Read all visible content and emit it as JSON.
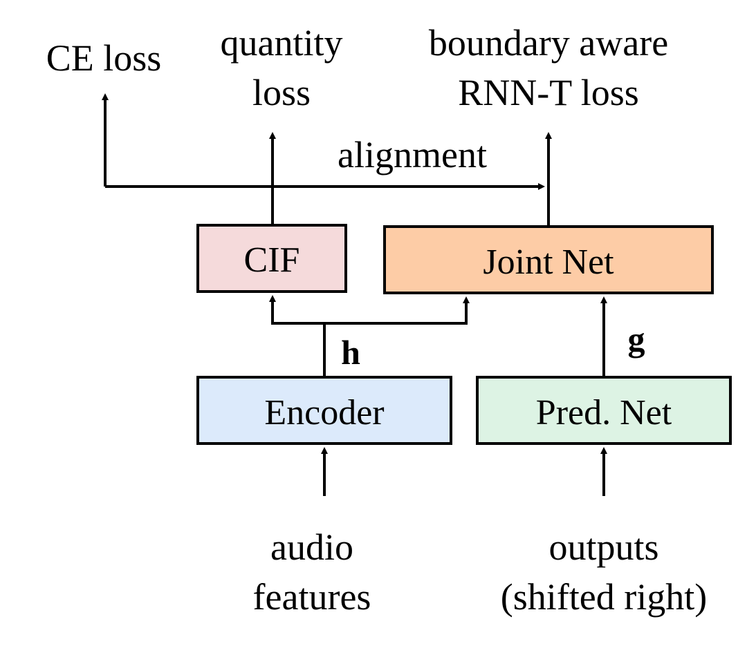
{
  "nodes": {
    "cif": {
      "label": "CIF"
    },
    "joint_net": {
      "label": "Joint Net"
    },
    "encoder": {
      "label": "Encoder"
    },
    "pred_net": {
      "label": "Pred. Net"
    }
  },
  "outputs": {
    "ce_loss": "CE loss",
    "quantity_loss": [
      "quantity",
      "loss"
    ],
    "rnnt_loss": [
      "boundary aware",
      "RNN-T loss"
    ]
  },
  "inputs": {
    "audio": [
      "audio",
      "features"
    ],
    "targets": [
      "outputs",
      "(shifted right)"
    ]
  },
  "edge_labels": {
    "alignment": "alignment",
    "h": "h",
    "g": "g"
  },
  "colors": {
    "cif_fill": "#F5DADB",
    "joint_fill": "#FDCCA6",
    "encoder_fill": "#DCEAFB",
    "pred_fill": "#DDF3E4",
    "stroke": "#000000"
  },
  "icons": [
    "arrow-head-icon"
  ]
}
